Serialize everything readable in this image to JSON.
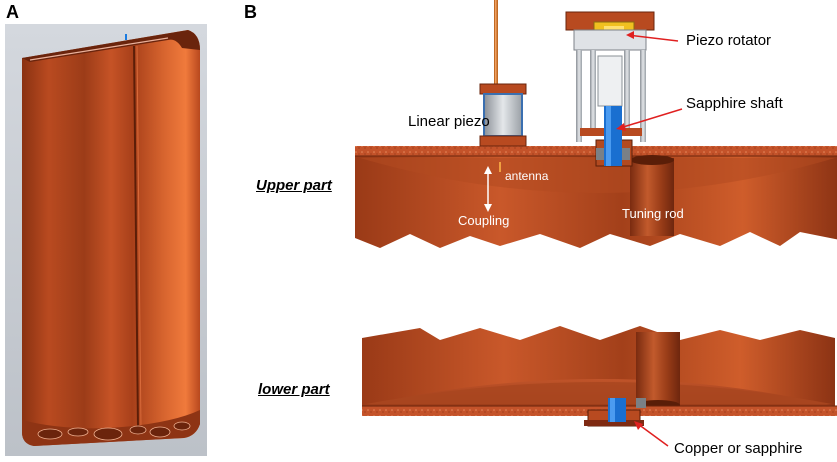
{
  "panels": {
    "a_label": "A",
    "b_label": "B"
  },
  "labels": {
    "piezo_rotator": "Piezo rotator",
    "sapphire_shaft": "Sapphire shaft",
    "linear_piezo": "Linear piezo",
    "antenna": "antenna",
    "coupling": "Coupling",
    "tuning_rod": "Tuning rod",
    "upper_part": "Upper part",
    "lower_part": "lower part",
    "copper_or_sapphire": "Copper or sapphire"
  },
  "colors": {
    "copper": "#c2532a",
    "copper_dark": "#7e2a12",
    "copper_light": "#e07a4a",
    "background_panel_a": "#c8ccd2",
    "sapphire_blue": "#1a6fd0",
    "piezo_yellow": "#f0c020",
    "arrow_red": "#e02020"
  }
}
